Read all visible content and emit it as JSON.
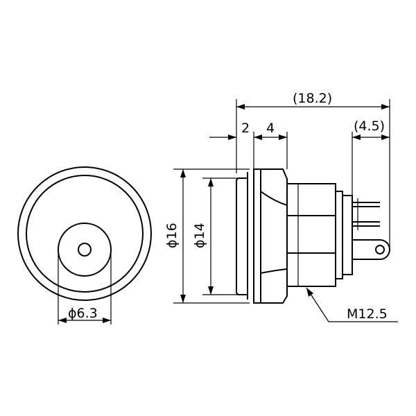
{
  "dimensions": {
    "overall_length": "(18.2)",
    "flange_thickness": "2",
    "nut_thickness": "4",
    "terminal_length": "(4.5)",
    "outer_diameter": "ϕ16",
    "body_diameter": "ϕ14",
    "jack_diameter": "ϕ6.3",
    "thread": "M12.5"
  },
  "colors": {
    "stroke": "#000000",
    "background": "#ffffff"
  }
}
